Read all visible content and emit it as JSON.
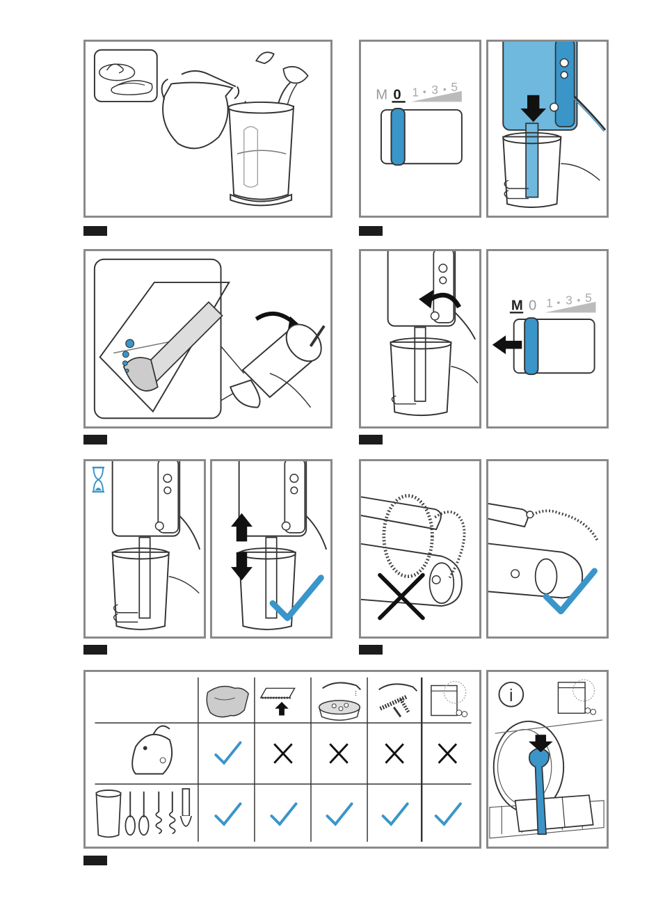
{
  "colors": {
    "accent": "#3a95c9",
    "frame": "#8a8a8a",
    "step_bar": "#1c1c1c",
    "line": "#333333"
  },
  "speed_dial": {
    "m": "M",
    "zero": "0",
    "one": "1",
    "three": "3",
    "five": "5",
    "dot": "•"
  },
  "cleaning_table": {
    "methods": [
      "cloth-icon",
      "brush-icon",
      "soak-icon",
      "tap-brush-icon",
      "dishwasher-icon"
    ],
    "rows": [
      {
        "item": "motor-unit",
        "marks": [
          "check",
          "cross",
          "cross",
          "cross",
          "cross"
        ]
      },
      {
        "item": "beaker-and-attachments",
        "marks": [
          "check",
          "check",
          "check",
          "check",
          "check"
        ]
      }
    ]
  },
  "info_panel": {
    "info_glyph": "i"
  },
  "step_bars": 7
}
